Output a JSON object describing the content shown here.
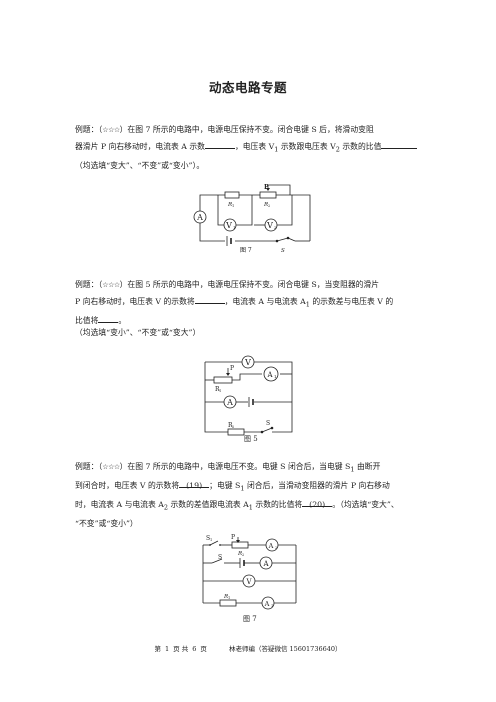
{
  "title": "动态电路专题",
  "q1": {
    "prefix": "例题：（",
    "stars": "☆☆☆",
    "line1_a": "）在图 7 所示的电路中，电源电压保持不变。闭合电键 S 后，将滑动变阻",
    "line2_a": "器滑片 P 向右移动时，电流表 A 示数",
    "line2_b": "，电压表 V",
    "line2_sub1": "1",
    "line2_c": " 示数跟电压表 V",
    "line2_sub2": "2",
    "line2_d": " 示数的比值",
    "line3": "（均选填“变大”、“不变”或“变小”）。",
    "figure": {
      "caption": "图 7",
      "label_p": "P",
      "label_r1": "R",
      "label_r1_sub": "1",
      "label_r2": "R",
      "label_r2_sub": "2",
      "label_a": "A",
      "label_v1": "V",
      "label_v1_sub": "1",
      "label_v2": "V",
      "label_v2_sub": "2",
      "label_s": "S"
    }
  },
  "q2": {
    "prefix": "例题：（",
    "stars": "☆☆☆",
    "line1_a": "）在图 5 所示的电路中，电源电压保持不变。闭合电键 S，当变阻器的滑片",
    "line2_a": "P 向右移动时，电压表 V 的示数将",
    "line2_b": "，电流表 A 与电流表 A",
    "line2_sub": "1",
    "line2_c": " 的示数差与电压表 V 的",
    "line3_a": "比值将",
    "line3_b": "。",
    "note": "（均选填“变小”、“不变”或“变大”）",
    "figure": {
      "caption": "图 5",
      "label_v": "V",
      "label_p": "P",
      "label_r1": "R",
      "label_r1_sub": "1",
      "label_a1": "A",
      "label_a1_sub": "1",
      "label_a": "A",
      "label_r2": "R",
      "label_r2_sub": "2",
      "label_s": "S"
    }
  },
  "q3": {
    "prefix": "例题：（",
    "stars": "☆☆☆",
    "line1_a": "）在图 7 所示的电路中，电源电压不变。电键 S 闭合后，当电键 S",
    "line1_sub": "1",
    "line1_b": " 由断开",
    "line2_a": "到闭合时，电压表 V 的示数将",
    "blank19": "(19)",
    "line2_b": "；电键 S",
    "line2_sub": "1",
    "line2_c": " 闭合后，当滑动变阻器的滑片 P 向右移动",
    "line3_a": "时，电流表 A 与电流表 A",
    "line3_sub1": "2",
    "line3_b": " 示数的差值跟电流表 A",
    "line3_sub2": "1",
    "line3_c": " 示数的比值将",
    "blank20": "(20)",
    "line3_d": "。（均选填“变大”、",
    "line4": "“不变”或“变小”）",
    "figure": {
      "caption": "图 7",
      "label_s1": "S",
      "label_s1_sub": "1",
      "label_p": "P",
      "label_r2": "R",
      "label_r2_sub": "2",
      "label_a2": "A",
      "label_a2_sub": "2",
      "label_s": "S",
      "label_a": "A",
      "label_v": "V",
      "label_r1": "R",
      "label_r1_sub": "1",
      "label_a1": "A",
      "label_a1_sub": "1"
    }
  },
  "footer": {
    "page_prefix": "第",
    "page_num": "1",
    "page_mid": "页  共",
    "page_total": "6",
    "page_suffix": "页",
    "author": "林老师编（答疑微信 15601736640）"
  }
}
